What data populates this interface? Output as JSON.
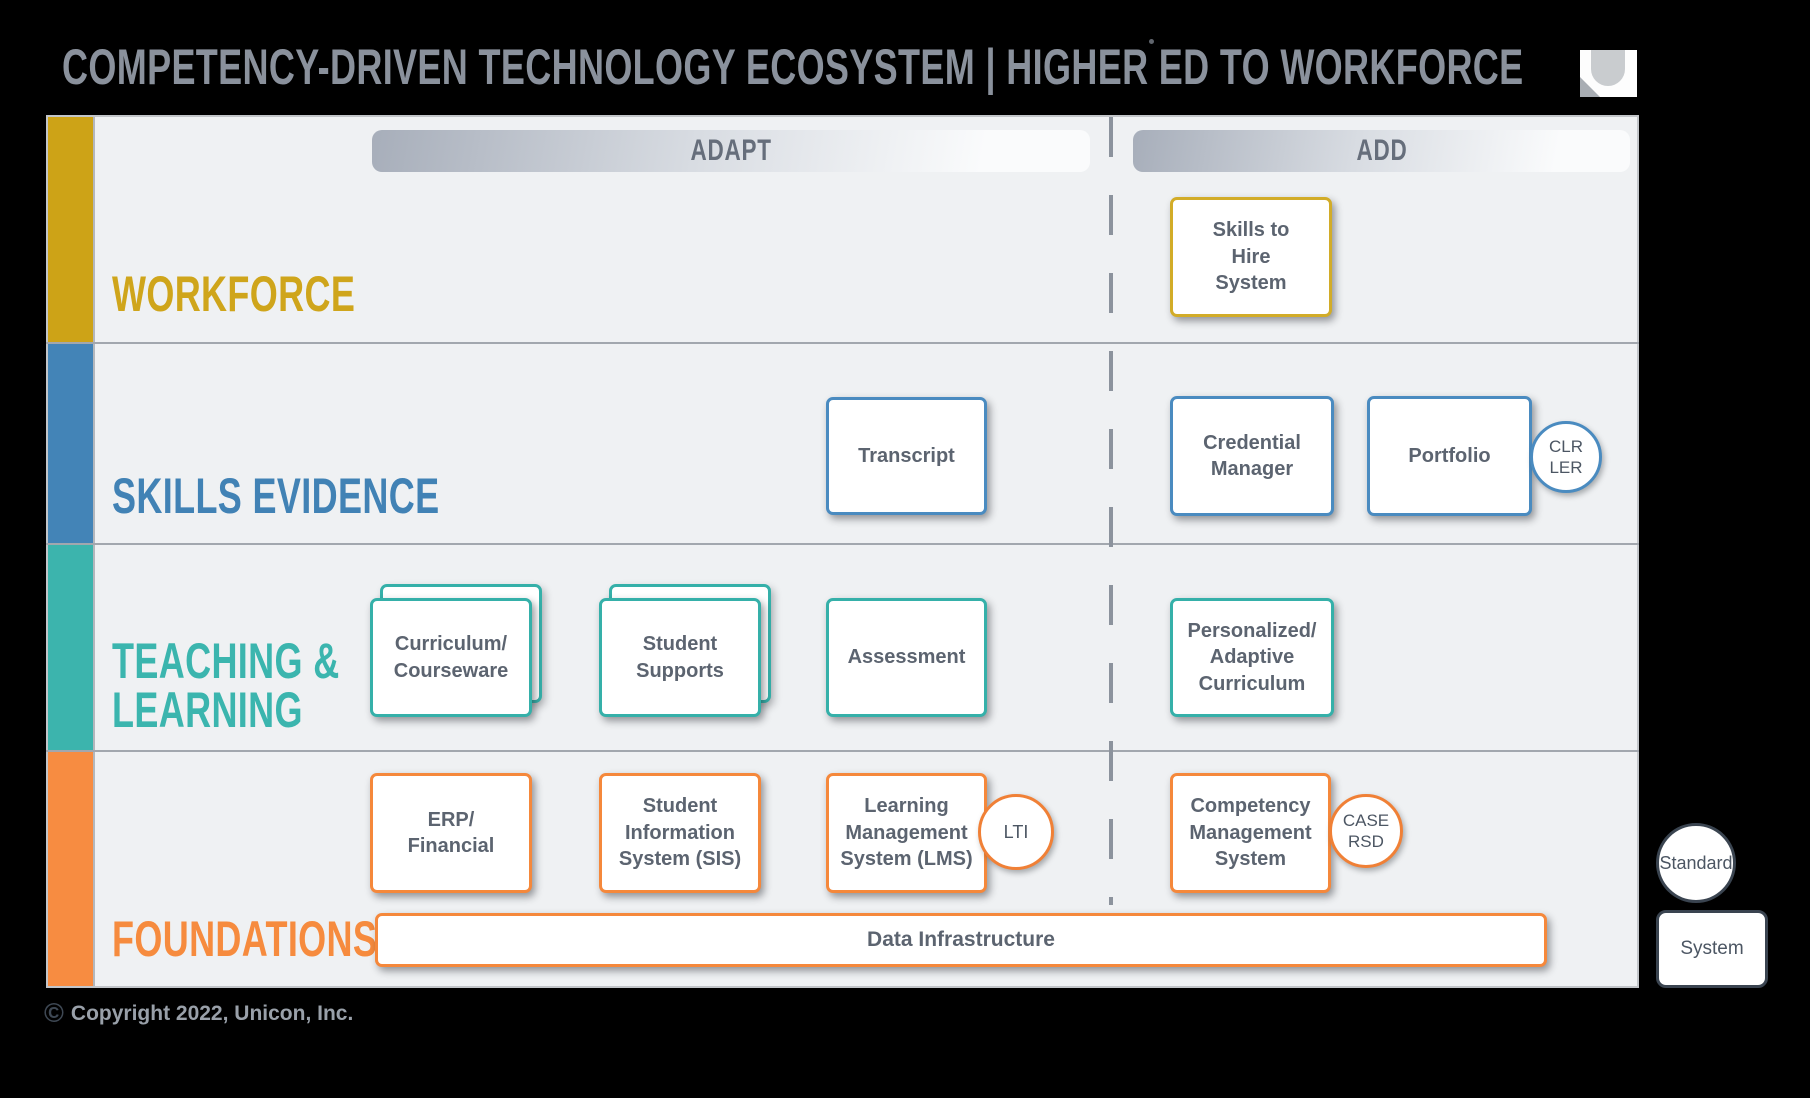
{
  "header": {
    "title": "COMPETENCY-DRIVEN TECHNOLOGY ECOSYSTEM  |  HIGHER ED TO WORKFORCE"
  },
  "columns": {
    "adapt": "ADAPT",
    "add": "ADD"
  },
  "rows": [
    {
      "label": "WORKFORCE",
      "color": "#CFA51B"
    },
    {
      "label": "SKILLS EVIDENCE",
      "color": "#4182B5"
    },
    {
      "label": "TEACHING &\nLEARNING",
      "color": "#3BB5AE"
    },
    {
      "label": "FOUNDATIONS",
      "color": "#F68B3E"
    }
  ],
  "cards": {
    "skills_to_hire": {
      "label": "Skills to\nHire\nSystem",
      "accent": "#D2AC28"
    },
    "transcript": {
      "label": "Transcript",
      "accent": "#4A8BC0"
    },
    "credential_manager": {
      "label": "Credential\nManager",
      "accent": "#4A8BC0"
    },
    "portfolio": {
      "label": "Portfolio",
      "accent": "#4A8BC0"
    },
    "curriculum_courseware": {
      "label": "Curriculum/\nCourseware",
      "accent": "#35B0A9",
      "stacked": true
    },
    "student_supports": {
      "label": "Student\nSupports",
      "accent": "#35B0A9",
      "stacked": true
    },
    "assessment": {
      "label": "Assessment",
      "accent": "#35B0A9"
    },
    "personalized_adaptive": {
      "label": "Personalized/\nAdaptive\nCurriculum",
      "accent": "#35B0A9"
    },
    "erp_financial": {
      "label": "ERP/\nFinancial",
      "accent": "#F5883B"
    },
    "sis": {
      "label": "Student\nInformation\nSystem (SIS)",
      "accent": "#F5883B"
    },
    "lms": {
      "label": "Learning\nManagement\nSystem (LMS)",
      "accent": "#F5883B"
    },
    "competency_mgmt": {
      "label": "Competency\nManagement\nSystem",
      "accent": "#F5883B"
    },
    "data_infrastructure": {
      "label": "Data Infrastructure",
      "accent": "#F5883B"
    }
  },
  "badges": {
    "clr_ler": {
      "label": "CLR\nLER",
      "accent": "#4A8BC0"
    },
    "lti": {
      "label": "LTI",
      "accent": "#F08036"
    },
    "case_rsd": {
      "label": "CASE\nRSD",
      "accent": "#F08036"
    }
  },
  "legend": {
    "standard": "Standard",
    "system": "System"
  },
  "footer": {
    "symbol": "©",
    "copyright": "Copyright 2022, Unicon, Inc."
  }
}
